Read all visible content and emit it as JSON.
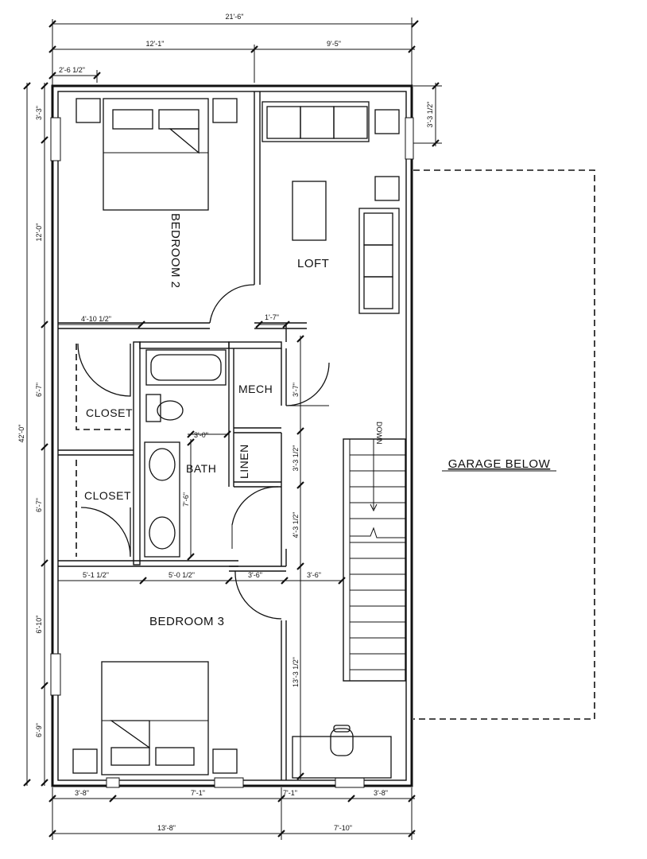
{
  "rooms": {
    "bedroom2": "BEDROOM 2",
    "loft": "LOFT",
    "mech": "MECH",
    "closet_upper": "CLOSET",
    "closet_lower": "CLOSET",
    "bath": "BATH",
    "linen": "LINEN",
    "bedroom3": "BEDROOM 3",
    "garage": "GARAGE BELOW",
    "stair_direction": "DOWN"
  },
  "dimensions": {
    "top_overall": "21'-6\"",
    "top_left": "12'-1\"",
    "top_right": "9'-5\"",
    "top_offset": "2'-6 1/2\"",
    "right_upper": "3'-3 1/2\"",
    "left_overall": "42'-0\"",
    "left_1": "3'-3\"",
    "left_2": "12'-0\"",
    "left_3": "6'-7\"",
    "left_4": "6'-7\"",
    "left_5": "6'-10\"",
    "left_6": "6'-9\"",
    "closet_width": "4'-10 1/2\"",
    "hall_opening": "1'-7\"",
    "mech_depth": "3'-7\"",
    "bath_opening": "3'-0\"",
    "linen_depth": "3'-3 1/2\"",
    "bath_vanity": "7'-6\"",
    "hall_side": "4'-3 1/2\"",
    "mid_1": "5'-1 1/2\"",
    "mid_2": "5'-0 1/2\"",
    "mid_3": "3'-6\"",
    "mid_4": "3'-6\"",
    "hall_long": "13'-3 1/2\"",
    "bottom_1": "3'-8\"",
    "bottom_2": "7'-1\"",
    "bottom_3": "7'-1\"",
    "bottom_4": "3'-8\"",
    "bottom_left": "13'-8\"",
    "bottom_right": "7'-10\""
  }
}
